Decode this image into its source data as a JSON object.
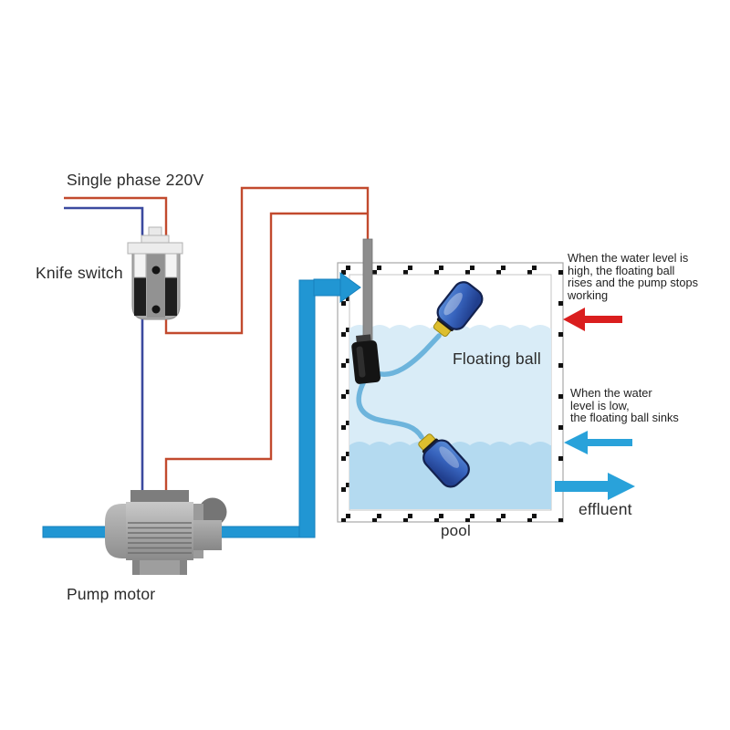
{
  "labels": {
    "power_supply": "Single phase 220V",
    "knife_switch": "Knife switch",
    "pump_motor": "Pump motor",
    "floating_ball": "Floating ball",
    "pool": "pool",
    "effluent": "effluent"
  },
  "annotations": {
    "high_level": {
      "lines": [
        "When the water level is",
        "high, the floating ball",
        "rises and the pump stops",
        "working"
      ]
    },
    "low_level": {
      "lines": [
        "When the water",
        "level is low,",
        "the floating ball sinks"
      ]
    }
  },
  "colors": {
    "live_wire": "#c24a2e",
    "neutral_wire": "#3b4a9f",
    "pipe_blue": "#2196d3",
    "flow_arrow_blue": "#29a2da",
    "stop_arrow_red": "#da1e1e",
    "water_upper": "#d9ecf7",
    "water_lower": "#b4daf0",
    "float_ball_blue": "#33539e",
    "float_collar_yellow": "#ddbe2e",
    "cable_blue": "#6db4dc",
    "metal_gray": "#a9a9a9"
  }
}
